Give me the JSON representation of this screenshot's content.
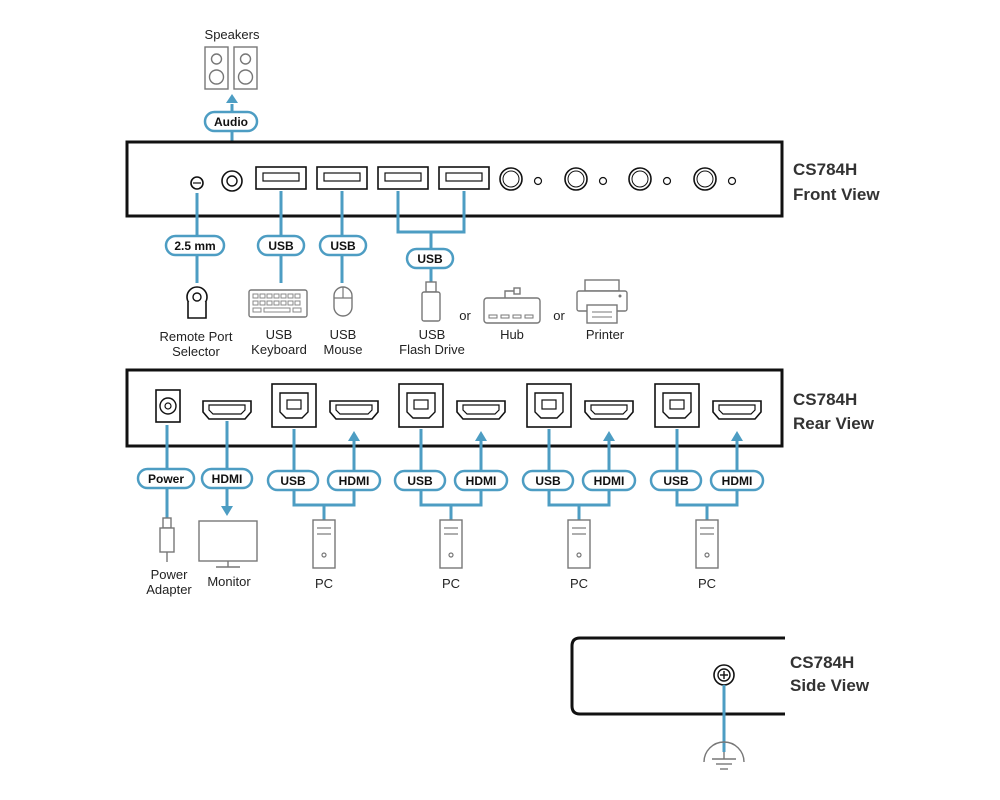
{
  "colors": {
    "cable": "#4d9dc3",
    "panel_border": "#111111",
    "device_outline": "#777777"
  },
  "front": {
    "model": "CS784H",
    "view": "Front View"
  },
  "rear": {
    "model": "CS784H",
    "view": "Rear View"
  },
  "side": {
    "model": "CS784H",
    "view": "Side View"
  },
  "top": {
    "speakers": "Speakers",
    "audio": "Audio"
  },
  "front_pills": {
    "mm": "2.5 mm",
    "usb_keyboard": "USB",
    "usb_mouse": "USB",
    "usb_flash": "USB"
  },
  "front_devices": {
    "remote_line1": "Remote Port",
    "remote_line2": "Selector",
    "keyboard_line1": "USB",
    "keyboard_line2": "Keyboard",
    "mouse_line1": "USB",
    "mouse_line2": "Mouse",
    "flash_line1": "USB",
    "flash_line2": "Flash Drive",
    "or1": "or",
    "hub": "Hub",
    "or2": "or",
    "printer": "Printer"
  },
  "rear_pills": {
    "power": "Power",
    "hdmi_out": "HDMI",
    "pc_ports": [
      {
        "usb": "USB",
        "hdmi": "HDMI"
      },
      {
        "usb": "USB",
        "hdmi": "HDMI"
      },
      {
        "usb": "USB",
        "hdmi": "HDMI"
      },
      {
        "usb": "USB",
        "hdmi": "HDMI"
      }
    ]
  },
  "rear_devices": {
    "power_line1": "Power",
    "power_line2": "Adapter",
    "monitor": "Monitor",
    "pcs": [
      "PC",
      "PC",
      "PC",
      "PC"
    ]
  }
}
